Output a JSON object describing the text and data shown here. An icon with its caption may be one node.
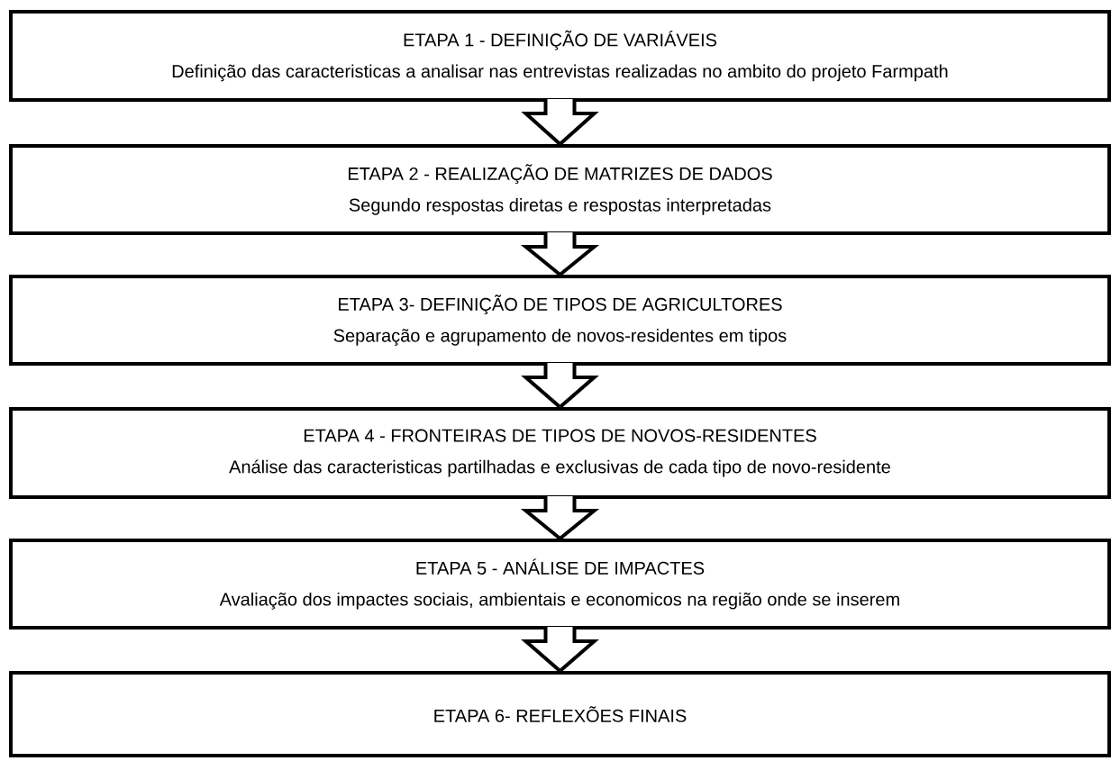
{
  "diagram": {
    "nodes": [
      {
        "text": [
          "ETAPA 1 - DEFINIÇÃO DE VARIÁVEIS",
          "Definição das caracteristicas a analisar nas entrevistas realizadas no ambito do projeto Farmpath"
        ]
      },
      {
        "text": [
          "ETAPA 2 - REALIZAÇÃO DE MATRIZES DE DADOS",
          "Segundo respostas diretas e respostas interpretadas"
        ]
      },
      {
        "text": [
          "ETAPA 3- DEFINIÇÃO DE TIPOS DE AGRICULTORES",
          "Separação e agrupamento de novos-residentes em tipos"
        ]
      },
      {
        "text": [
          "ETAPA 4 - FRONTEIRAS DE TIPOS DE NOVOS-RESIDENTES",
          "Análise das caracteristicas  partilhadas e exclusivas de cada tipo de novo-residente"
        ]
      },
      {
        "text": [
          "ETAPA 5 - ANÁLISE DE IMPACTES",
          "Avaliação dos impactes sociais, ambientais e economicos na região onde se inserem"
        ]
      },
      {
        "text": [
          "ETAPA 6- REFLEXÕES FINAIS"
        ]
      }
    ],
    "edges": [
      {
        "from": 0,
        "to": 1,
        "arrow": "to"
      },
      {
        "from": 1,
        "to": 2,
        "arrow": "to"
      },
      {
        "from": 2,
        "to": 3,
        "arrow": "to"
      },
      {
        "from": 3,
        "to": 4,
        "arrow": "to"
      },
      {
        "from": 4,
        "to": 5,
        "arrow": "to"
      }
    ]
  }
}
